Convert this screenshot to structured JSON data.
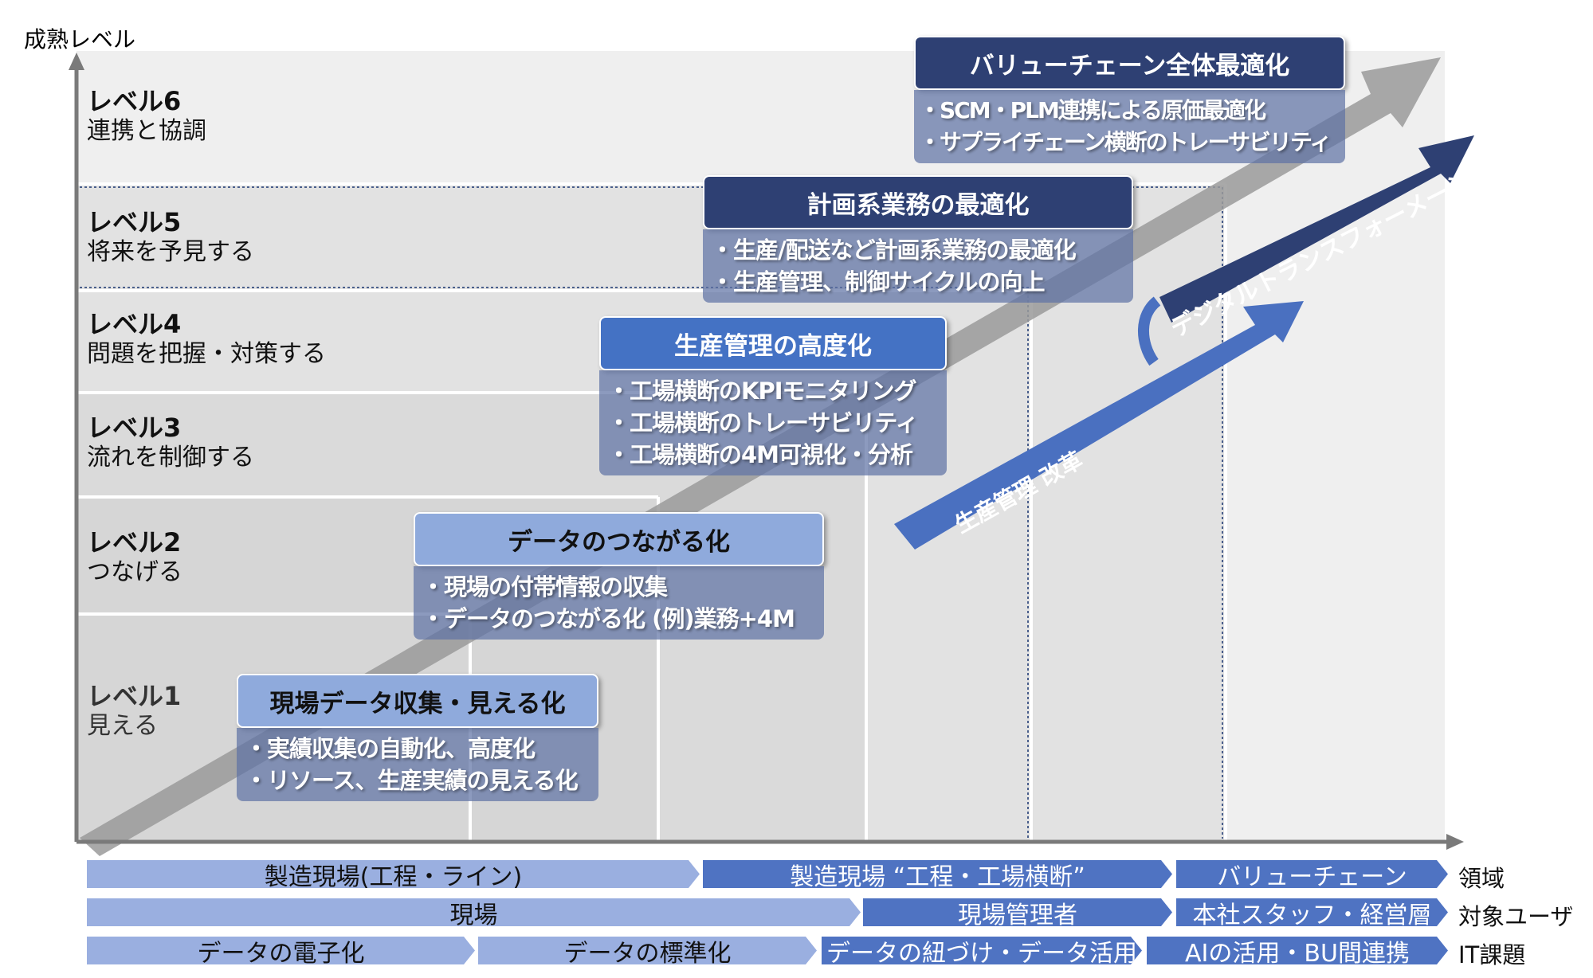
{
  "axis": {
    "y_label": "成熟レベル"
  },
  "levels": [
    {
      "name": "レベル6",
      "desc": "連携と協調"
    },
    {
      "name": "レベル5",
      "desc": "将来を予見する"
    },
    {
      "name": "レベル4",
      "desc": "問題を把握・対策する"
    },
    {
      "name": "レベル3",
      "desc": "流れを制御する"
    },
    {
      "name": "レベル2",
      "desc": "つなげる"
    },
    {
      "name": "レベル1",
      "desc": "見える"
    }
  ],
  "boxes": [
    {
      "title": "バリューチェーン全体最適化",
      "items": [
        "・SCM・PLM連携による原価最適化",
        "・サプライチェーン横断のトレーサビリティ"
      ]
    },
    {
      "title": "計画系業務の最適化",
      "items": [
        "・生産/配送など計画系業務の最適化",
        "・生産管理、制御サイクルの向上"
      ]
    },
    {
      "title": "生産管理の高度化",
      "items": [
        "・工場横断のKPIモニタリング",
        "・工場横断のトレーサビリティ",
        "・工場横断の4M可視化・分析"
      ]
    },
    {
      "title": "データのつながる化",
      "items": [
        "・現場の付帯情報の収集",
        "・データのつながる化 (例)業務+4M"
      ]
    },
    {
      "title": "現場データ収集・見える化",
      "items": [
        "・実績収集の自動化、高度化",
        "・リソース、生産実績の見える化"
      ]
    }
  ],
  "arrows": {
    "dx": "デジタルトランスフォーメーション",
    "reform": "生産管理 改革"
  },
  "rows": [
    {
      "label": "領域",
      "segments": [
        "製造現場(工程・ライン)",
        "製造現場 “工程・工場横断”",
        "バリューチェーン"
      ]
    },
    {
      "label": "対象ユーザ",
      "segments": [
        "現場",
        "現場管理者",
        "本社スタッフ・経営層"
      ]
    },
    {
      "label": "IT課題",
      "segments": [
        "データの電子化",
        "データの標準化",
        "データの紐づけ・データ活用",
        "AIの活用・BU間連携"
      ]
    }
  ]
}
